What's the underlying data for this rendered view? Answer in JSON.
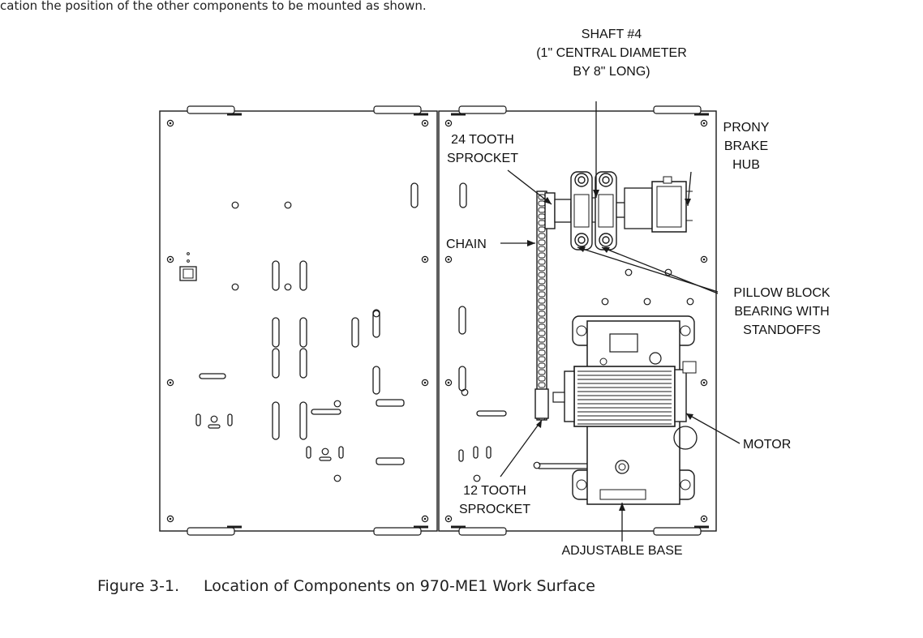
{
  "top_clip": "cation the position of the other components to be mounted as shown.",
  "labels": {
    "shaft": [
      "SHAFT #4",
      "(1\" CENTRAL DIAMETER",
      "BY 8\" LONG)"
    ],
    "sprocket24": [
      "24 TOOTH",
      "SPROCKET"
    ],
    "prony": [
      "PRONY",
      "BRAKE",
      "HUB"
    ],
    "chain": "CHAIN",
    "pillow": [
      "PILLOW BLOCK",
      "BEARING WITH",
      "STANDOFFS"
    ],
    "motor": "MOTOR",
    "sprocket12": [
      "12 TOOTH",
      "SPROCKET"
    ],
    "base": "ADJUSTABLE BASE"
  },
  "caption": {
    "number": "Figure 3-1.",
    "title": "Location of Components on 970-ME1 Work Surface"
  }
}
